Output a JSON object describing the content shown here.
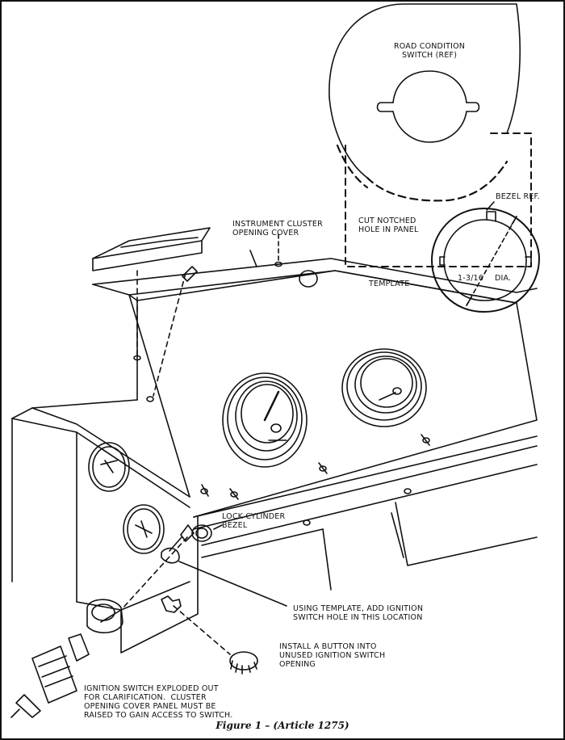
{
  "labels": {
    "road_condition": "ROAD CONDITION\nSWITCH (REF)",
    "bezel_ref": "BEZEL REF.",
    "cut_notched": "CUT NOTCHED\nHOLE IN PANEL",
    "template": "TEMPLATE",
    "diameter": "1-3/16",
    "dia": "DIA.",
    "cluster_cover": "INSTRUMENT CLUSTER\nOPENING COVER",
    "lock_cylinder": "LOCK CYLINDER\nBEZEL",
    "using_template": "USING TEMPLATE, ADD IGNITION\nSWITCH HOLE IN THIS LOCATION",
    "install_button": "INSTALL A BUTTON INTO\nUNUSED IGNITION SWITCH\nOPENING",
    "exploded_note": "IGNITION SWITCH EXPLODED OUT\nFOR CLARIFICATION.  CLUSTER\nOPENING COVER PANEL MUST BE\nRAISED TO GAIN ACCESS TO SWITCH."
  },
  "caption": "Figure 1 – (Article 1275)",
  "colors": {
    "ink": "#111111",
    "paper": "#ffffff"
  }
}
